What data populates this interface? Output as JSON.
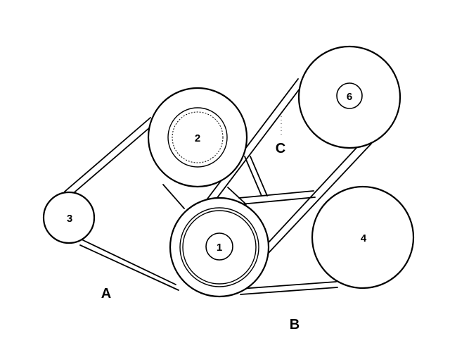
{
  "pulleys": [
    {
      "id": "p1",
      "label": "1"
    },
    {
      "id": "p2",
      "label": "2"
    },
    {
      "id": "p3",
      "label": "3"
    },
    {
      "id": "p4",
      "label": "4"
    },
    {
      "id": "p6",
      "label": "6"
    }
  ],
  "belts": [
    {
      "id": "A",
      "label": "A"
    },
    {
      "id": "B",
      "label": "B"
    },
    {
      "id": "C",
      "label": "C"
    }
  ],
  "colors": {
    "ink": "#000000",
    "paper": "#ffffff"
  }
}
